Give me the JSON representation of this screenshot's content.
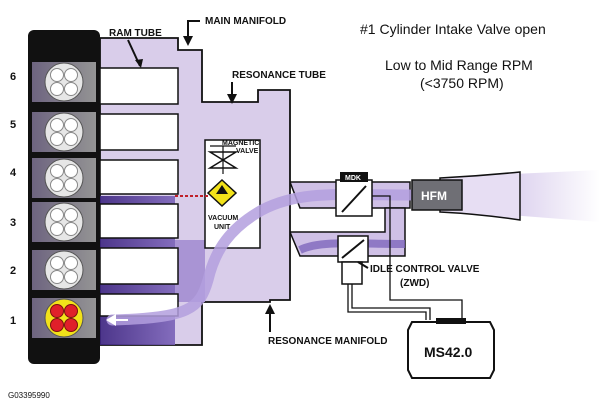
{
  "title": {
    "line1": "#1 Cylinder Intake Valve open",
    "line2": "Low to Mid Range RPM",
    "line3": "(<3750 RPM)"
  },
  "labels": {
    "ram_tube": "RAM TUBE",
    "main_manifold": "MAIN MANIFOLD",
    "resonance_tube": "RESONANCE TUBE",
    "magnetic_valve_1": "MAGNETIC",
    "magnetic_valve_2": "VALVE",
    "vacuum_unit_1": "VACUUM",
    "vacuum_unit_2": "UNIT",
    "mdk": "MDK",
    "hfm": "HFM",
    "idle_control_valve": "IDLE CONTROL VALVE",
    "zwd": "(ZWD)",
    "resonance_manifold": "RESONANCE MANIFOLD",
    "ecu": "MS42.0",
    "figure_ref": "G03395990"
  },
  "cylinders": [
    "6",
    "5",
    "4",
    "3",
    "2",
    "1"
  ],
  "active_cylinder": "1",
  "colors": {
    "manifold_fill": "#d9cdea",
    "manifold_stroke": "#2a1d45",
    "airflow": "#5a3fa0",
    "airflow_light": "#b8a6dc",
    "engine_block": "#111111",
    "valve_yellow": "#f2e21a",
    "valve_red": "#e0202a"
  }
}
